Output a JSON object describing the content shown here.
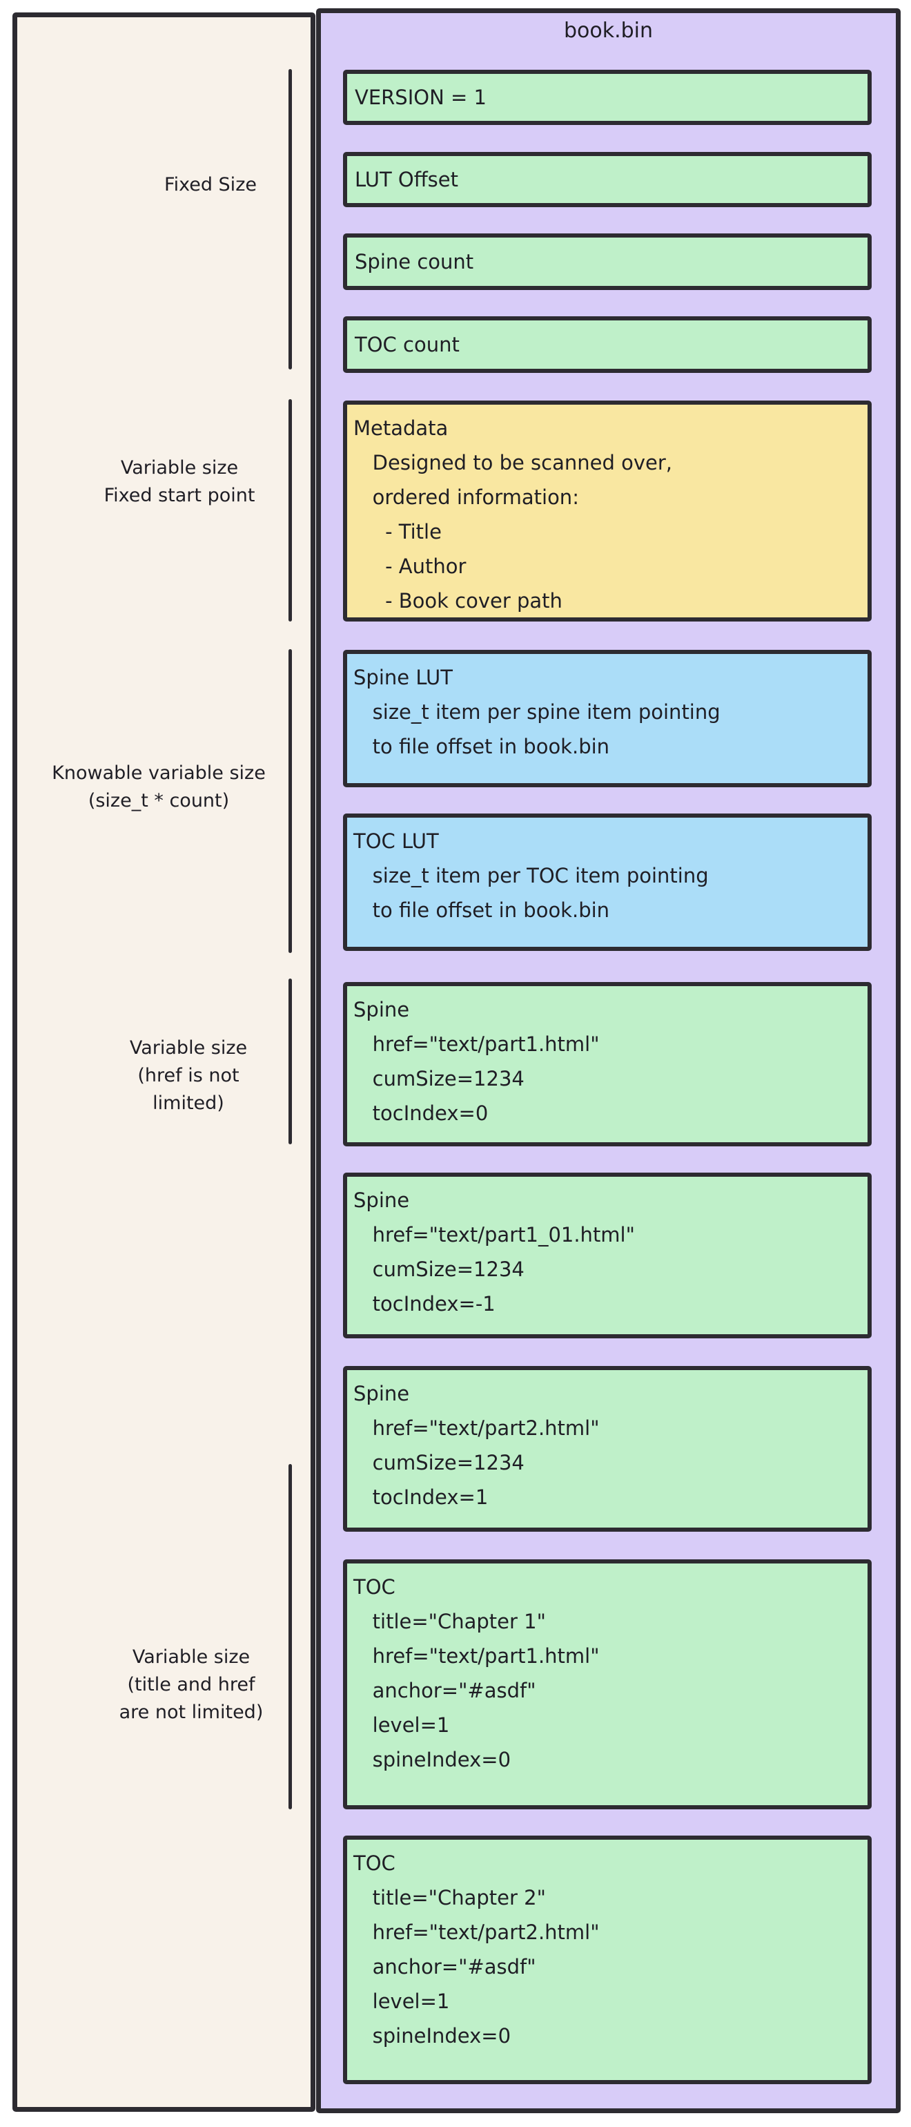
{
  "diagram": {
    "title": "book.bin",
    "section_labels": [
      "Fixed Size",
      "Variable size\nFixed start point",
      "Knowable variable size\n(size_t * count)",
      "Variable size\n(href is not\nlimited)",
      "Variable size\n(title and href\nare not limited)"
    ],
    "boxes": [
      {
        "name": "version",
        "color": "green",
        "text": "VERSION = 1"
      },
      {
        "name": "lut-offset",
        "color": "green",
        "text": "LUT Offset"
      },
      {
        "name": "spine-count",
        "color": "green",
        "text": "Spine count"
      },
      {
        "name": "toc-count",
        "color": "green",
        "text": "TOC count"
      },
      {
        "name": "metadata",
        "color": "yellow",
        "text": "Metadata\n   Designed to be scanned over,\n   ordered information:\n     - Title\n     - Author\n     - Book cover path"
      },
      {
        "name": "spine-lut",
        "color": "blue",
        "text": "Spine LUT\n   size_t item per spine item pointing\n   to file offset in book.bin"
      },
      {
        "name": "toc-lut",
        "color": "blue",
        "text": "TOC LUT\n   size_t item per TOC item pointing\n   to file offset in book.bin"
      },
      {
        "name": "spine-1",
        "color": "green",
        "text": "Spine\n   href=\"text/part1.html\"\n   cumSize=1234\n   tocIndex=0"
      },
      {
        "name": "spine-2",
        "color": "green",
        "text": "Spine\n   href=\"text/part1_01.html\"\n   cumSize=1234\n   tocIndex=-1"
      },
      {
        "name": "spine-3",
        "color": "green",
        "text": "Spine\n   href=\"text/part2.html\"\n   cumSize=1234\n   tocIndex=1"
      },
      {
        "name": "toc-1",
        "color": "green",
        "text": "TOC\n   title=\"Chapter 1\"\n   href=\"text/part1.html\"\n   anchor=\"#asdf\"\n   level=1\n   spineIndex=0"
      },
      {
        "name": "toc-2",
        "color": "green",
        "text": "TOC\n   title=\"Chapter 2\"\n   href=\"text/part2.html\"\n   anchor=\"#asdf\"\n   level=1\n   spineIndex=0"
      }
    ]
  },
  "colors": {
    "canvas_background": "#ffffff",
    "left_panel_fill": "#f8f2ea",
    "container_fill": "#d8ccf8",
    "green_box_fill": "#bff0c9",
    "yellow_box_fill": "#f9e7a1",
    "blue_box_fill": "#abddf8",
    "stroke_ink": "#2d2b31",
    "text_ink": "#1f1e25"
  }
}
